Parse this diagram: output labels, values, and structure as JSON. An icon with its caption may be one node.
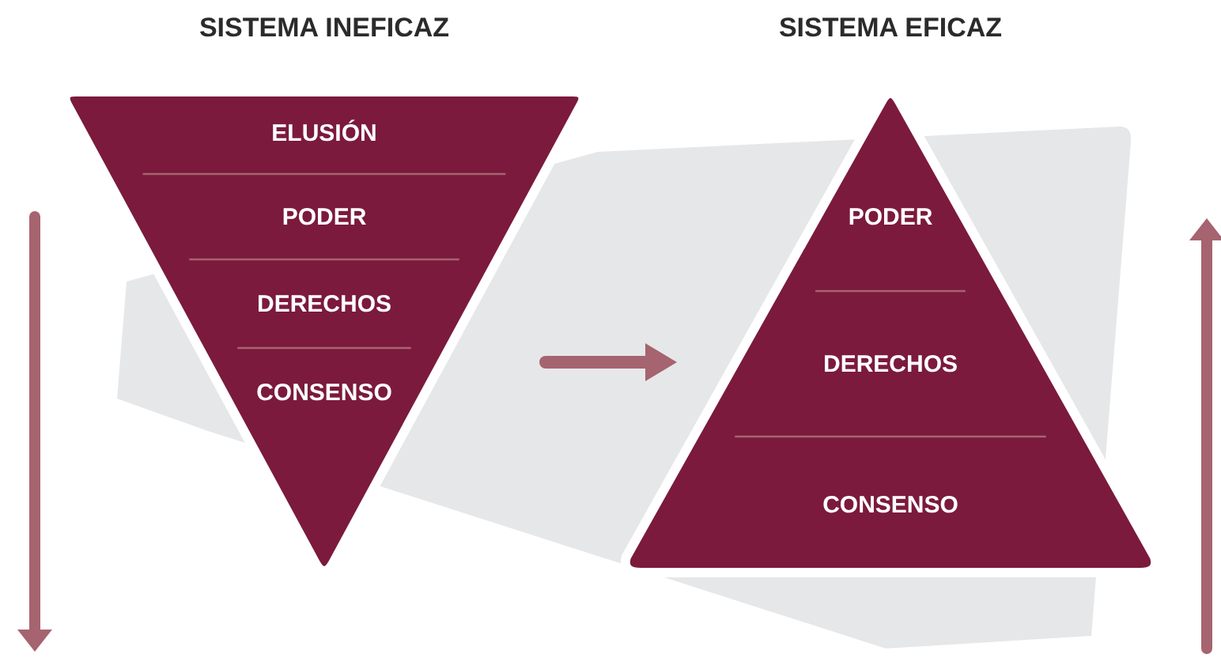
{
  "diagram": {
    "nodes": [
      {
        "text": [
          "SISTEMA INEFICAZ"
        ]
      },
      {
        "text": [
          "ELUSIÓN"
        ],
        "in": 0
      },
      {
        "text": [
          "PODER"
        ],
        "in": 0
      },
      {
        "text": [
          "DERECHOS"
        ],
        "in": 0
      },
      {
        "text": [
          "CONSENSO"
        ],
        "in": 0
      },
      {
        "text": [
          "SISTEMA EFICAZ"
        ]
      },
      {
        "text": [
          "PODER"
        ],
        "in": 5
      },
      {
        "text": [
          "DERECHOS"
        ],
        "in": 5
      },
      {
        "text": [
          "CONSENSO"
        ],
        "in": 5
      }
    ],
    "edges": [
      {
        "from": 0,
        "to": 5,
        "arrow": "to"
      }
    ]
  }
}
